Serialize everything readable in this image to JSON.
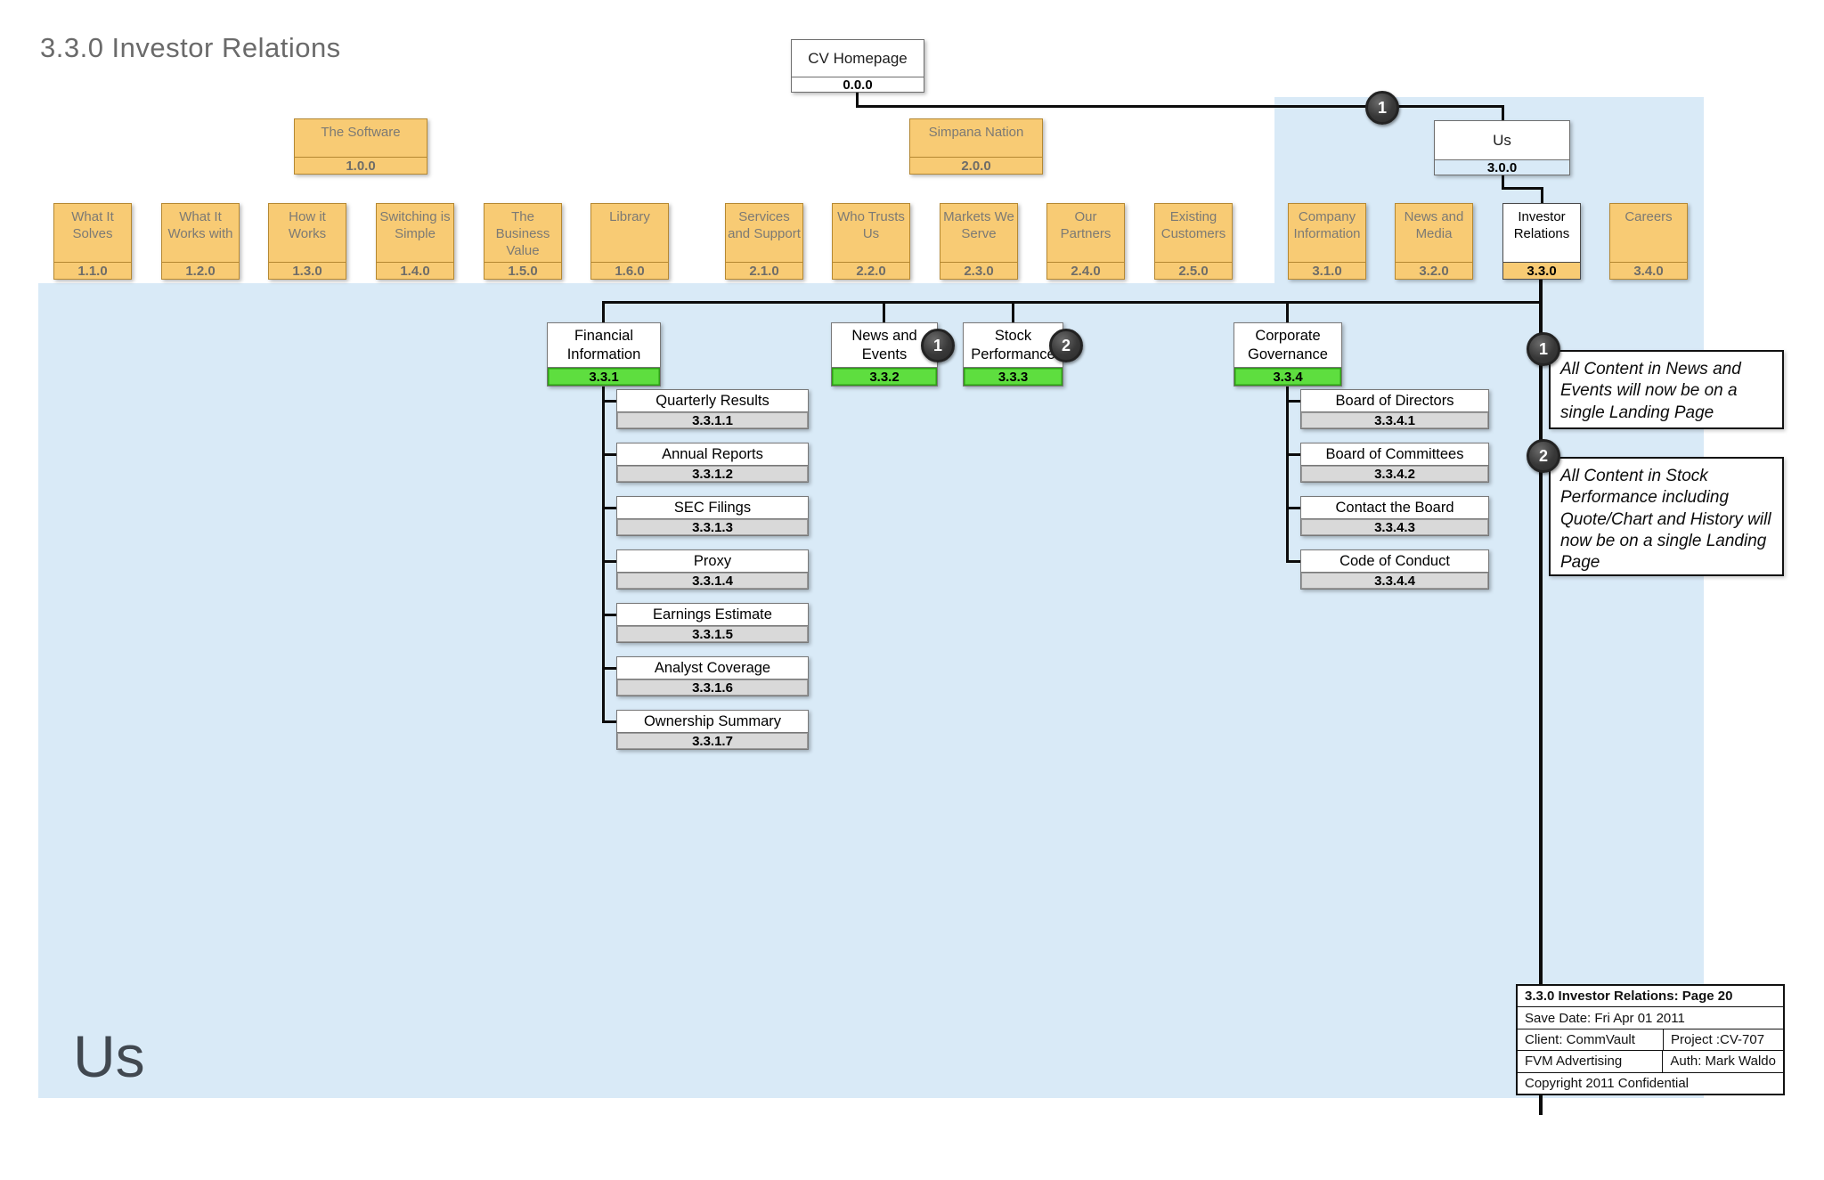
{
  "title": "3.3.0 Investor Relations",
  "watermark": "Us",
  "root": {
    "label": "CV Homepage",
    "num": "0.0.0"
  },
  "level1": [
    {
      "label": "The Software",
      "num": "1.0.0"
    },
    {
      "label": "Simpana Nation",
      "num": "2.0.0"
    },
    {
      "label": "Us",
      "num": "3.0.0"
    }
  ],
  "level2": [
    {
      "label": "What It Solves",
      "num": "1.1.0"
    },
    {
      "label": "What It Works with",
      "num": "1.2.0"
    },
    {
      "label": "How it Works",
      "num": "1.3.0"
    },
    {
      "label": "Switching is Simple",
      "num": "1.4.0"
    },
    {
      "label": "The Business Value",
      "num": "1.5.0"
    },
    {
      "label": "Library",
      "num": "1.6.0"
    },
    {
      "label": "Services and Support",
      "num": "2.1.0"
    },
    {
      "label": "Who Trusts Us",
      "num": "2.2.0"
    },
    {
      "label": "Markets We Serve",
      "num": "2.3.0"
    },
    {
      "label": "Our Partners",
      "num": "2.4.0"
    },
    {
      "label": "Existing Customers",
      "num": "2.5.0"
    },
    {
      "label": "Company Information",
      "num": "3.1.0"
    },
    {
      "label": "News and Media",
      "num": "3.2.0"
    },
    {
      "label": "Investor Relations",
      "num": "3.3.0"
    },
    {
      "label": "Careers",
      "num": "3.4.0"
    }
  ],
  "level3": [
    {
      "label": "Financial Information",
      "num": "3.3.1"
    },
    {
      "label": "News and Events",
      "num": "3.3.2",
      "badge": "1"
    },
    {
      "label": "Stock Performance",
      "num": "3.3.3",
      "badge": "2"
    },
    {
      "label": "Corporate Governance",
      "num": "3.3.4"
    }
  ],
  "financial_children": [
    {
      "label": "Quarterly Results",
      "num": "3.3.1.1"
    },
    {
      "label": "Annual Reports",
      "num": "3.3.1.2"
    },
    {
      "label": "SEC Filings",
      "num": "3.3.1.3"
    },
    {
      "label": "Proxy",
      "num": "3.3.1.4"
    },
    {
      "label": "Earnings Estimate",
      "num": "3.3.1.5"
    },
    {
      "label": "Analyst Coverage",
      "num": "3.3.1.6"
    },
    {
      "label": "Ownership Summary",
      "num": "3.3.1.7"
    }
  ],
  "governance_children": [
    {
      "label": "Board of Directors",
      "num": "3.3.4.1"
    },
    {
      "label": "Board of Committees",
      "num": "3.3.4.2"
    },
    {
      "label": "Contact the Board",
      "num": "3.3.4.3"
    },
    {
      "label": "Code of Conduct",
      "num": "3.3.4.4"
    }
  ],
  "connector_badge": "1",
  "notes": [
    {
      "badge": "1",
      "text": "All Content in News and Events will now be on a single Landing Page"
    },
    {
      "badge": "2",
      "text": "All Content in Stock Performance including Quote/Chart and History will now be on a single Landing Page"
    }
  ],
  "info_table": {
    "title": "3.3.0 Investor Relations: Page 20",
    "save_date": "Save Date: Fri Apr 01 2011",
    "client": "Client: CommVault",
    "project": "Project :CV-707",
    "agency": "FVM Advertising",
    "author": "Auth: Mark Waldo",
    "copyright": "Copyright 2011 Confidential"
  },
  "colors": {
    "background_blue": "#d9eaf7",
    "node_orange": "#f8cb74",
    "orange_border": "#b58832",
    "strip_green": "#5ede3f",
    "green_border": "#2f9e17",
    "strip_gray": "#d9d9d9",
    "badge_dark": "#383838",
    "connector_black": "#0c0c0c"
  }
}
